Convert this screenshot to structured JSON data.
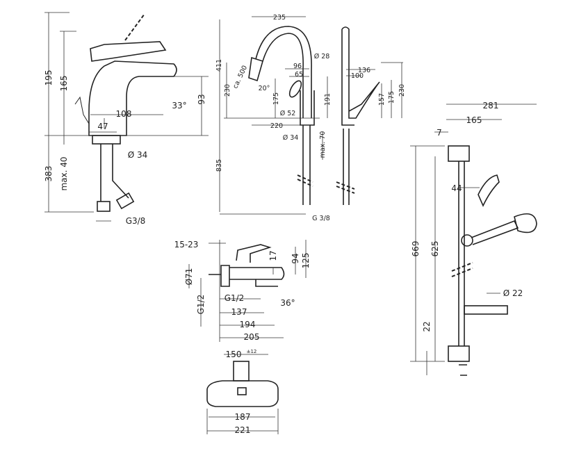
{
  "title": "Technical dimension drawings: basin mixer, kitchen mixer, bath mixer, shower set",
  "basin_mixer": {
    "h195": "195",
    "h165": "165",
    "d108": "108",
    "a33": "33°",
    "h93": "93",
    "d47": "47",
    "dia34": "Ø 34",
    "h383": "383",
    "max40": "max. 40",
    "g38": "G3/8"
  },
  "kitchen_mixer": {
    "d235": "235",
    "dia28": "Ø 28",
    "h411": "411",
    "ca500": "ca. 500",
    "d96": "96",
    "d65": "65",
    "a20": "20°",
    "h230": "230",
    "h175": "175",
    "h191": "191",
    "dia52": "Ø 52",
    "d220": "220",
    "dia34": "Ø 34",
    "max70": "max. 70",
    "h835": "835",
    "g38": "G 3/8",
    "d136": "136",
    "d100": "100",
    "h157": "157",
    "h175b": "175",
    "h230b": "230"
  },
  "bath_mixer": {
    "d1523": "15-23",
    "h125": "125",
    "h94": "94",
    "h17": "17",
    "dia71": "Ø71",
    "g12v": "G1/2",
    "g12": "G1/2",
    "a36": "36°",
    "d137": "137",
    "d194": "194",
    "d205": "205",
    "d150": "150",
    "tol": "±12",
    "d187": "187",
    "d221": "221"
  },
  "shower_set": {
    "d281": "281",
    "d7": "7",
    "d165": "165",
    "d44": "44",
    "h669": "669",
    "h625": "625",
    "dia22": "Ø 22",
    "h22": "22"
  }
}
